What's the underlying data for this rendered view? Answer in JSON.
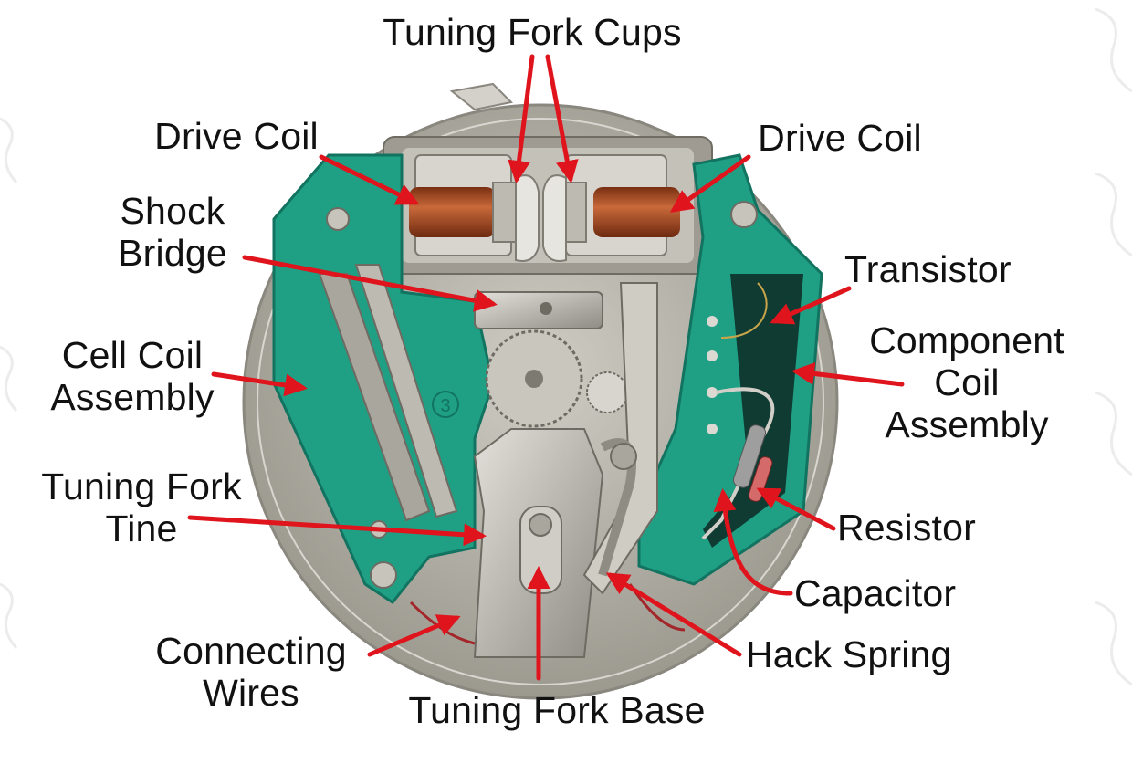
{
  "colors": {
    "arrow": "#e0141c",
    "board": "#1fa085",
    "metal": "#b9b6ad",
    "copper": "#b5542a",
    "background": "#ffffff"
  },
  "labels": {
    "tuning_fork_cups": "Tuning Fork Cups",
    "drive_coil_left": "Drive Coil",
    "drive_coil_right": "Drive Coil",
    "shock_bridge": [
      "Shock",
      "Bridge"
    ],
    "transistor": "Transistor",
    "component_coil_assembly": [
      "Component",
      "Coil",
      "Assembly"
    ],
    "cell_coil_assembly": [
      "Cell Coil",
      "Assembly"
    ],
    "tuning_fork_tine": [
      "Tuning Fork",
      "Tine"
    ],
    "resistor": "Resistor",
    "capacitor": "Capacitor",
    "connecting_wires": [
      "Connecting",
      "Wires"
    ],
    "hack_spring": "Hack Spring",
    "tuning_fork_base": "Tuning Fork Base"
  },
  "component_marking": "3"
}
